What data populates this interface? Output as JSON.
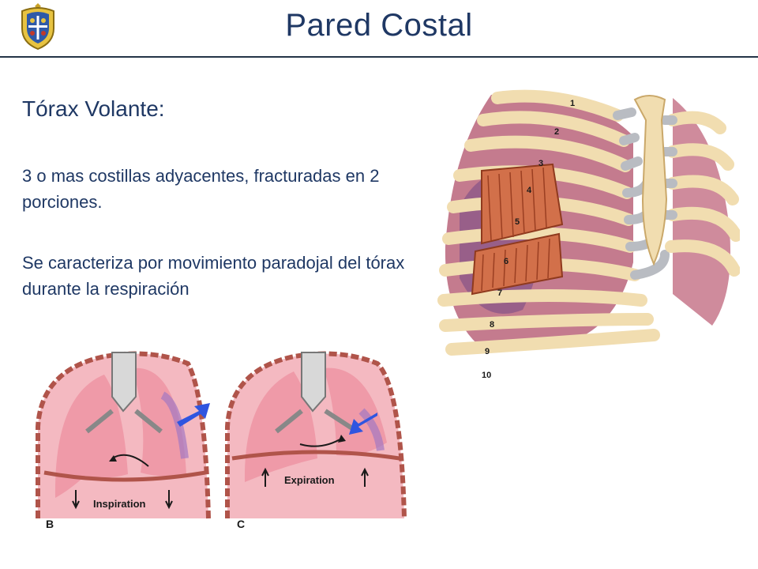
{
  "header": {
    "title": "Pared Costal"
  },
  "content": {
    "heading": "Tórax Volante:",
    "paragraph_1": "3 o mas costillas adyacentes, fracturadas en 2 porciones.",
    "paragraph_2": "Se caracteriza por movimiento paradojal del tórax durante la respiración"
  },
  "ribcage_figure": {
    "rib_numbers": [
      "1",
      "2",
      "3",
      "4",
      "5",
      "6",
      "7",
      "8",
      "9",
      "10"
    ]
  },
  "breathing_figure": {
    "panel_b": {
      "letter": "B",
      "label": "Inspiration"
    },
    "panel_c": {
      "letter": "C",
      "label": "Expiration"
    }
  },
  "colors": {
    "title": "#1f3864",
    "text": "#1f3864",
    "rule": "#243447",
    "bone": "#f1ddb0",
    "cartilage": "#b9bcc2",
    "lung": "#c47b8e",
    "muscle": "#d2704a",
    "arrow": "#2f55e0"
  }
}
